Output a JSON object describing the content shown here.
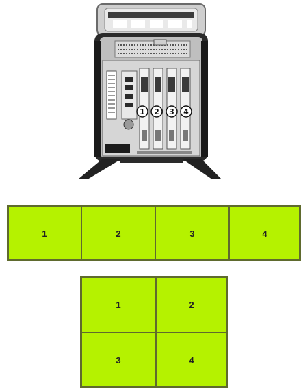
{
  "device": {
    "slot_callouts": [
      "1",
      "2",
      "3",
      "4"
    ]
  },
  "layout_row": {
    "panels": [
      "1",
      "2",
      "3",
      "4"
    ]
  },
  "layout_grid": {
    "panels": [
      "1",
      "2",
      "3",
      "4"
    ]
  },
  "colors": {
    "panel_fill": "#b5f200",
    "panel_border": "#5f6a2e"
  }
}
